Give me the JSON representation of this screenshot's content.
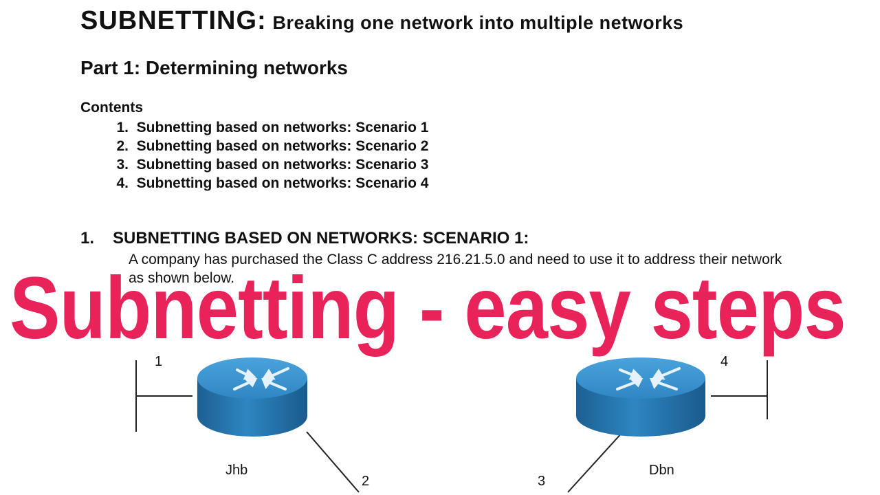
{
  "header": {
    "title_main": "SUBNETTING:",
    "title_sub": "Breaking one network into multiple networks",
    "part_heading": "Part 1: Determining networks"
  },
  "contents": {
    "label": "Contents",
    "items": [
      {
        "num": "1.",
        "text": "Subnetting based on networks: Scenario 1"
      },
      {
        "num": "2.",
        "text": "Subnetting based on networks: Scenario 2"
      },
      {
        "num": "3.",
        "text": "Subnetting based on networks: Scenario 3"
      },
      {
        "num": "4.",
        "text": "Subnetting based on networks: Scenario 4"
      }
    ]
  },
  "section1": {
    "number": "1.",
    "heading": "SUBNETTING BASED ON NETWORKS: SCENARIO 1:",
    "body": "A company has purchased the Class C address 216.21.5.0 and need to use it to address their network as shown below."
  },
  "overlay": {
    "text": "Subnetting - easy steps",
    "color": "#e8235a"
  },
  "diagram": {
    "routers": [
      {
        "name": "Jhb",
        "icon": "router-icon"
      },
      {
        "name": "Dbn",
        "icon": "router-icon"
      }
    ],
    "links": [
      "1",
      "2",
      "3",
      "4"
    ],
    "router_color": "#2a7ab5"
  }
}
